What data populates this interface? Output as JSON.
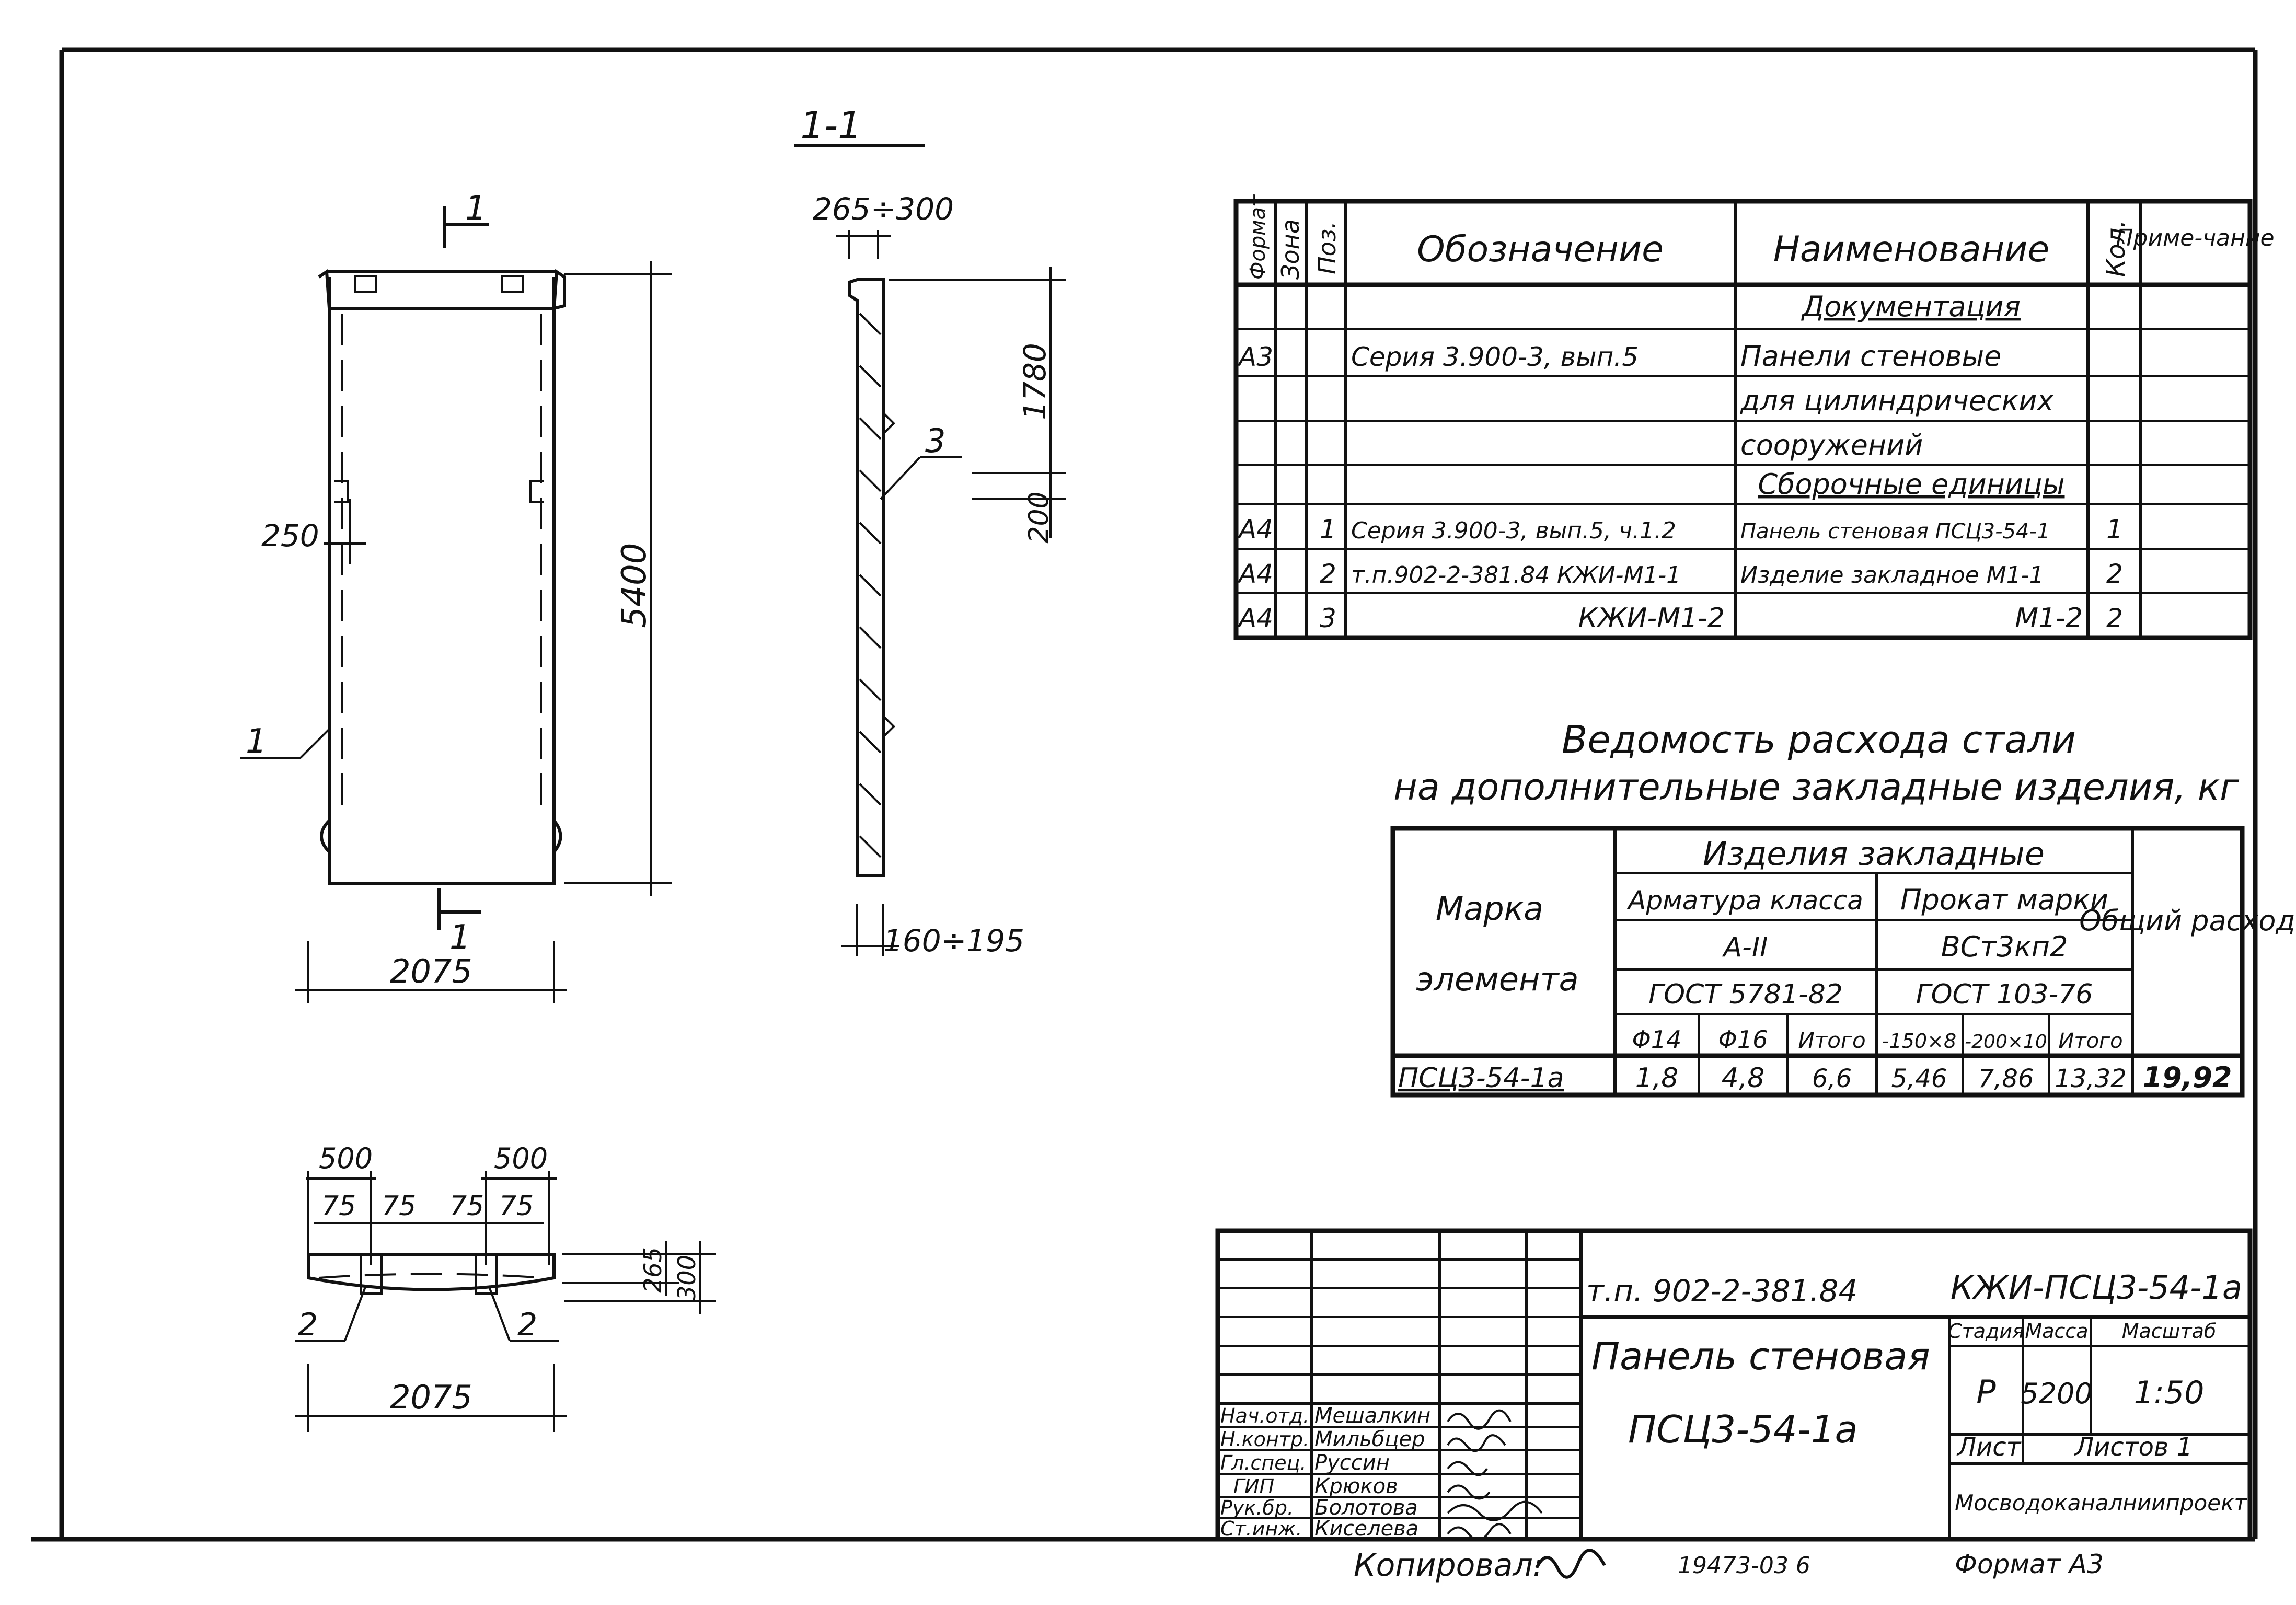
{
  "section_label": "1-1",
  "section_marks": {
    "top": "1",
    "bottom": "1"
  },
  "front_view": {
    "dim_height": "5400",
    "dim_width": "2075",
    "dim_250": "250",
    "leader_1": "1"
  },
  "side_view": {
    "dim_top": "265÷300",
    "dim_bottom": "160÷195",
    "dim_1780": "1780",
    "dim_200": "200",
    "leader_3": "3"
  },
  "plan_view": {
    "dim_500_left": "500",
    "dim_500_right": "500",
    "dim_75_a": "75",
    "dim_75_b": "75",
    "dim_75_c": "75",
    "dim_75_d": "75",
    "dim_265": "265",
    "dim_300": "300",
    "leader_2_left": "2",
    "leader_2_right": "2",
    "dim_width": "2075"
  },
  "spec_table": {
    "headers": [
      "Формат",
      "Зона",
      "Поз.",
      "Обозначение",
      "Наименование",
      "Кол.",
      "Приме-чание"
    ],
    "rows": [
      {
        "format": "",
        "zone": "",
        "pos": "",
        "designation": "",
        "name": "Документация",
        "qty": "",
        "note": ""
      },
      {
        "format": "А3",
        "zone": "",
        "pos": "",
        "designation": "Серия 3.900-3, вып.5",
        "name": "Панели стеновые",
        "qty": "",
        "note": ""
      },
      {
        "format": "",
        "zone": "",
        "pos": "",
        "designation": "",
        "name": "для цилиндрических",
        "qty": "",
        "note": ""
      },
      {
        "format": "",
        "zone": "",
        "pos": "",
        "designation": "",
        "name": "сооружений",
        "qty": "",
        "note": ""
      },
      {
        "format": "",
        "zone": "",
        "pos": "",
        "designation": "",
        "name": "Сборочные единицы",
        "qty": "",
        "note": ""
      },
      {
        "format": "А4",
        "zone": "",
        "pos": "1",
        "designation": "Серия 3.900-3, вып.5, ч.1.2",
        "name": "Панель стеновая ПСЦ3-54-1",
        "qty": "1",
        "note": ""
      },
      {
        "format": "А4",
        "zone": "",
        "pos": "2",
        "designation": "т.п.902-2-381.84 КЖИ-М1-1",
        "name": "Изделие закладное М1-1",
        "qty": "2",
        "note": ""
      },
      {
        "format": "А4",
        "zone": "",
        "pos": "3",
        "designation": "КЖИ-М1-2",
        "name": "М1-2",
        "qty": "2",
        "note": ""
      }
    ]
  },
  "steel_title": {
    "line1": "Ведомость расхода стали",
    "line2": "на дополнительные закладные изделия, кг"
  },
  "steel_table": {
    "mark_header_1": "Марка",
    "mark_header_2": "элемента",
    "group_header": "Изделия закладные",
    "armatura_header": "Арматура класса",
    "armatura_class": "А-II",
    "armatura_gost": "ГОСТ 5781-82",
    "prokat_header": "Прокат марки",
    "prokat_grade": "ВСт3кп2",
    "prokat_gost": "ГОСТ 103-76",
    "total_header": "Общий расход",
    "columns": [
      "Φ14",
      "Φ16",
      "Итого",
      "-150×8",
      "-200×10",
      "Итого"
    ],
    "row": {
      "mark": "ПСЦ3-54-1а",
      "values": [
        "1,8",
        "4,8",
        "6,6",
        "5,46",
        "7,86",
        "13,32"
      ],
      "total": "19,92"
    }
  },
  "title_block": {
    "project_code": "т.п. 902-2-381.84",
    "doc_code": "КЖИ-ПСЦ3-54-1а",
    "title_line1": "Панель стеновая",
    "title_line2": "ПСЦ3-54-1а",
    "stage_label": "Стадия",
    "mass_label": "Масса",
    "scale_label": "Масштаб",
    "stage": "Р",
    "mass": "5200",
    "scale": "1:50",
    "sheet_label": "Лист",
    "sheets_label": "Листов 1",
    "organization": "Мосводоканалниипроект",
    "personnel": [
      {
        "role": "Нач.отд.",
        "name": "Мешалкин"
      },
      {
        "role": "Н.контр.",
        "name": "Мильбцер"
      },
      {
        "role": "Гл.спец.",
        "name": "Руссин"
      },
      {
        "role": "ГИП",
        "name": "Крюков"
      },
      {
        "role": "Рук.бр.",
        "name": "Болотова"
      },
      {
        "role": "Ст.инж.",
        "name": "Киселева"
      }
    ]
  },
  "footer": {
    "copied": "Копировал:",
    "inventory": "19473-03 6",
    "format": "Формат А3"
  }
}
